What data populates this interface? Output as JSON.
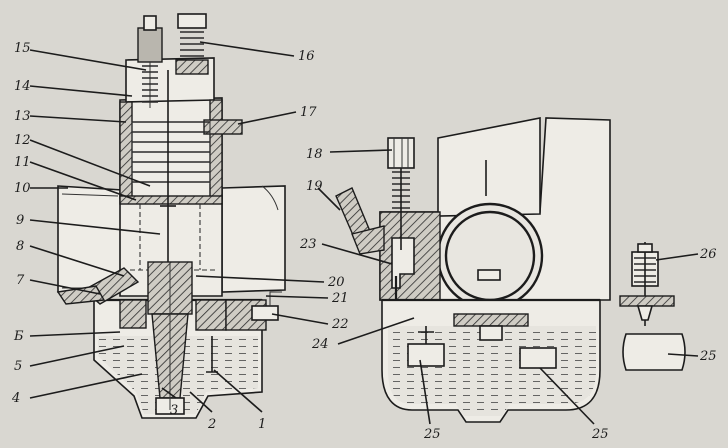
{
  "labels": {
    "l1": "1",
    "l2": "2",
    "l3": "3",
    "l4": "4",
    "l5a": "5",
    "l5b": "Б",
    "l7": "7",
    "l8": "8",
    "l9": "9",
    "l10": "10",
    "l11": "11",
    "l12": "12",
    "l13": "13",
    "l14": "14",
    "l15": "15",
    "l16": "16",
    "l17": "17",
    "l18": "18",
    "l19": "19",
    "l20": "20",
    "l21": "21",
    "l22": "22",
    "l23": "23",
    "l24": "24",
    "l25a": "25",
    "l25b": "25",
    "l25c": "25",
    "l26": "26"
  }
}
